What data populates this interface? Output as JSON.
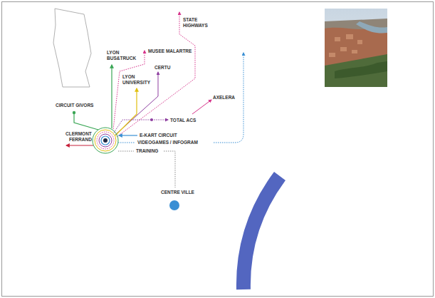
{
  "diagram": {
    "labels": [
      "STATE HIGHWAYS",
      "LYON BUS&TRUCK",
      "MUSEE MALARTRE",
      "CERTU",
      "LYON UNIVERSITY",
      "AXELERA",
      "CIRCUIT GIVORS",
      "TOTAL ACS",
      "CLERMONT FERRAND",
      "E-KART CIRCUIT",
      "VIDEOGAMES / INFOGRAM",
      "TRAINING",
      "CENTRE VILLE"
    ]
  }
}
